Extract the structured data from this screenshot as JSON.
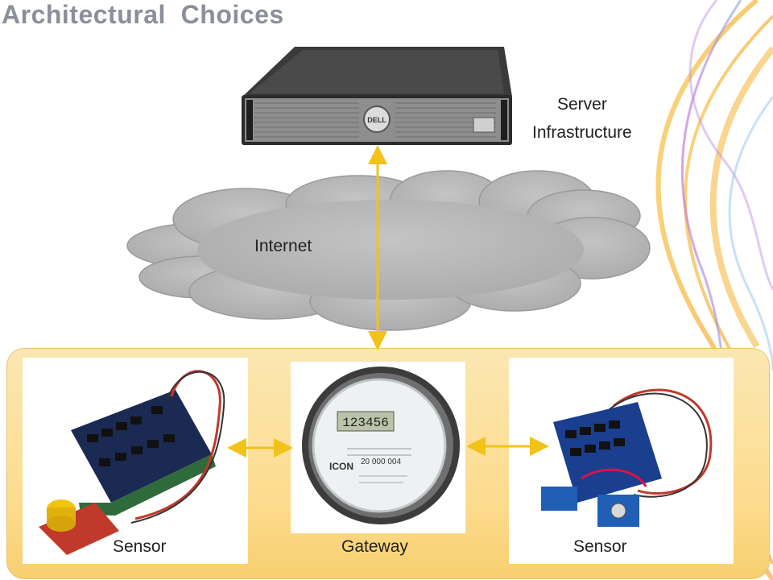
{
  "slide": {
    "title": "Architectural  Choices"
  },
  "server": {
    "label_line1": "Server",
    "label_line2": "Infrastructure",
    "brand": "DELL"
  },
  "cloud": {
    "label": "Internet"
  },
  "devices": {
    "left_caption": "Sensor",
    "center_caption": "Gateway",
    "right_caption": "Sensor",
    "meter_display": "123456",
    "meter_number": "20 000 004",
    "meter_brand": "ICON"
  },
  "colors": {
    "title": "#8a8f99",
    "arrow": "#f2c21b",
    "cloud_fill": "#b9b9b9",
    "panel": "#fcdb8c"
  }
}
